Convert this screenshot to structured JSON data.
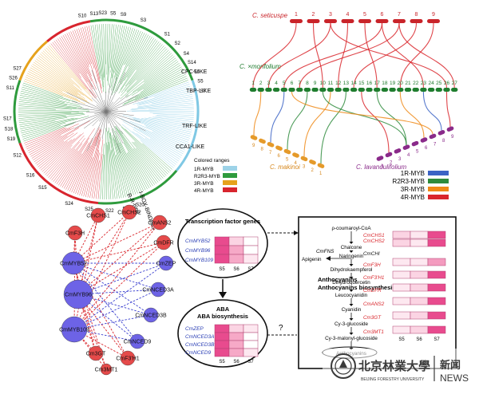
{
  "tree": {
    "subfamily_labels": [
      "CPC-LIKE",
      "TBP-LIKE",
      "TRF-LIKE",
      "CCA1-LIKE",
      "I-BOX-BINDING",
      "R-R-type"
    ],
    "clade_labels": [
      "S10",
      "S13",
      "S23",
      "S5",
      "S9",
      "S3",
      "S1",
      "S2",
      "S4",
      "S14",
      "S6",
      "S5",
      "S7",
      "S27",
      "S26",
      "S11",
      "S17",
      "S18",
      "S19",
      "S12",
      "S16",
      "S15",
      "S24",
      "S25",
      "S21",
      "S22",
      "S20"
    ],
    "legend_title": "Colored ranges",
    "legend": [
      {
        "label": "1R-MYB",
        "color": "#9dd3e8"
      },
      {
        "label": "R2R3-MYB",
        "color": "#2e9b3d"
      },
      {
        "label": "3R-MYB",
        "color": "#e6a21c"
      },
      {
        "label": "4R-MYB",
        "color": "#d8252e"
      }
    ]
  },
  "synteny": {
    "species_top": "C. seticuspe",
    "species_mid": "C. ×morifolium",
    "species_left": "C. makinoi",
    "species_right": "C. lavandulifolium",
    "top_chromosomes": [
      "1",
      "2",
      "3",
      "4",
      "5",
      "6",
      "7",
      "8",
      "9"
    ],
    "mid_chromosomes": [
      "1",
      "2",
      "3",
      "4",
      "5",
      "6",
      "7",
      "8",
      "9",
      "10",
      "11",
      "12",
      "13",
      "14",
      "15",
      "16",
      "17",
      "18",
      "19",
      "20",
      "21",
      "22",
      "23",
      "24",
      "25",
      "26",
      "27"
    ],
    "left_chromosomes": [
      "9",
      "8",
      "7",
      "6",
      "5",
      "4",
      "3",
      "2",
      "1"
    ],
    "right_chromosomes": [
      "1",
      "2",
      "3",
      "4",
      "5",
      "6",
      "7",
      "8",
      "9"
    ],
    "legend": [
      {
        "label": "1R-MYB",
        "color": "#3b63c4"
      },
      {
        "label": "R2R3-MYB",
        "color": "#2e8b3c"
      },
      {
        "label": "3R-MYB",
        "color": "#ef8a17"
      },
      {
        "label": "4R-MYB",
        "color": "#d9262c"
      }
    ]
  },
  "network": {
    "nodes": [
      "CmCHS1",
      "CmCHS2",
      "CmANS2",
      "CmF3H",
      "CmDFR",
      "CmZEP",
      "CmMYB52",
      "CmNCED3A",
      "CmMYB96",
      "CmNCED3B",
      "CmMYB109",
      "CmNCED9",
      "Cm3GT",
      "CmF3'H1",
      "Cm3MT1"
    ]
  },
  "pathway": {
    "tf_title": "Transcription factor genes",
    "tf_genes": [
      "CmMYB52",
      "CmMYB96",
      "CmMYB109"
    ],
    "stages": [
      "S5",
      "S6",
      "S7"
    ],
    "aba_title": "ABA biosynthesis",
    "aba_genes": [
      "CmZEP",
      "CmNCED3A",
      "CmNCED3B",
      "CmNCED9"
    ],
    "question": "?",
    "anthocyanin_title": "Anthocyanins biosynthesis",
    "metabolites": [
      "ρ-coumaroyl-CoA",
      "Chalcone",
      "Naringenin",
      "Dihydrokaempferol",
      "Dihydroquercetin",
      "Leucocyanidin",
      "Cyanidin",
      "Cy-3-glucoside",
      "Cy-3-malonyl-glucoside",
      "Anthocyanins"
    ],
    "enzymes": [
      "CmCHS1",
      "CmCHS2",
      "CmCHI",
      "CmF3H",
      "CmF3'H1",
      "CmDFR",
      "CmANS2",
      "Cm3GT",
      "Cm3MT1"
    ],
    "fns_label": "CmFNS",
    "apigenin": "Apigenin"
  },
  "watermark": {
    "name_cn": "北京林業大學",
    "name_en": "BEIJING FORESTRY UNIVERSITY",
    "news_cn": "新闻",
    "news_en": "NEWS"
  }
}
